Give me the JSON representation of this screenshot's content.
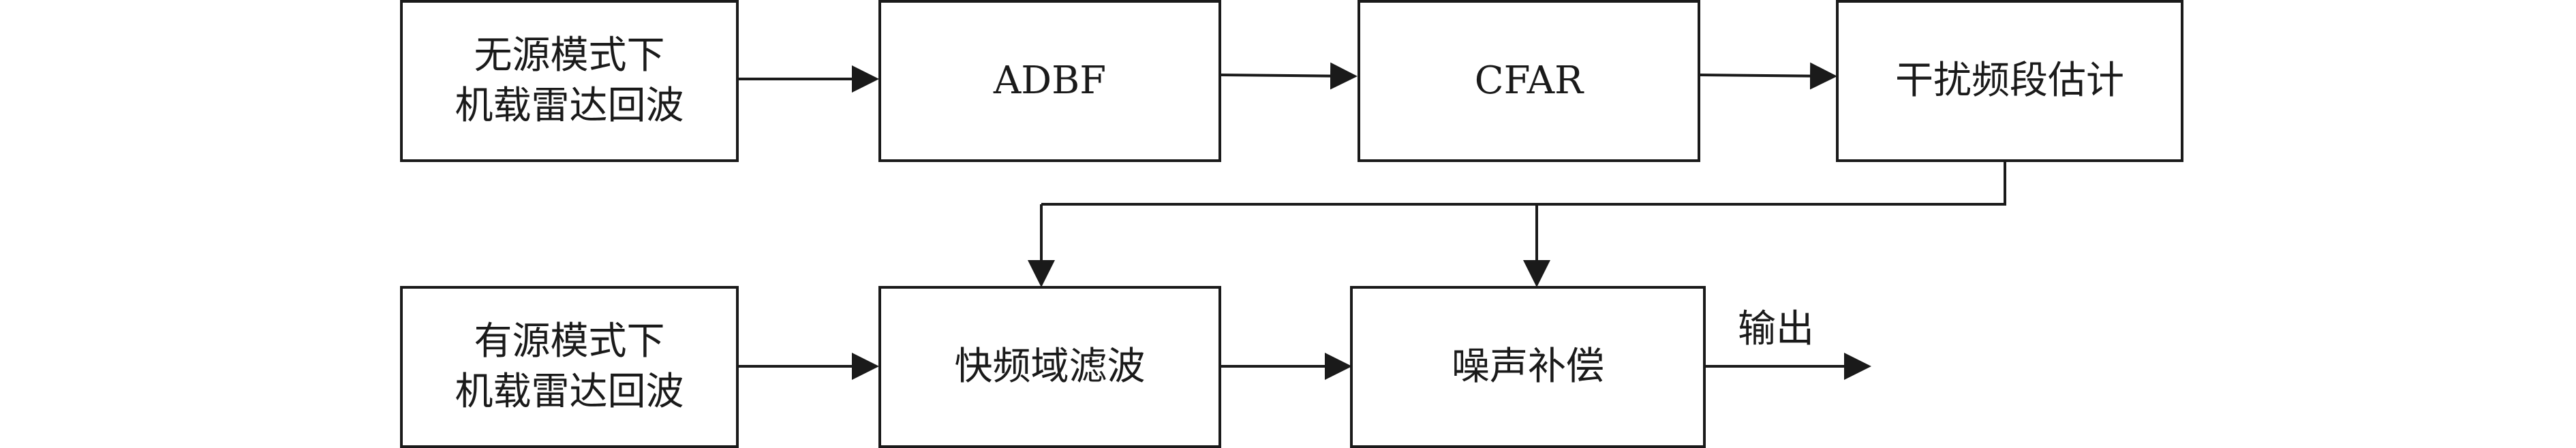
{
  "diagram": {
    "nodes": {
      "passive_echo": {
        "lines": [
          "无源模式下",
          "机载雷达回波"
        ]
      },
      "adbf": {
        "lines": [
          "ADBF"
        ]
      },
      "cfar": {
        "lines": [
          "CFAR"
        ]
      },
      "interference_estimation": {
        "lines": [
          "干扰频段估计"
        ]
      },
      "active_echo": {
        "lines": [
          "有源模式下",
          "机载雷达回波"
        ]
      },
      "fast_freq_filter": {
        "lines": [
          "快频域滤波"
        ]
      },
      "noise_compensation": {
        "lines": [
          "噪声补偿"
        ]
      }
    },
    "output_label": "输出"
  }
}
